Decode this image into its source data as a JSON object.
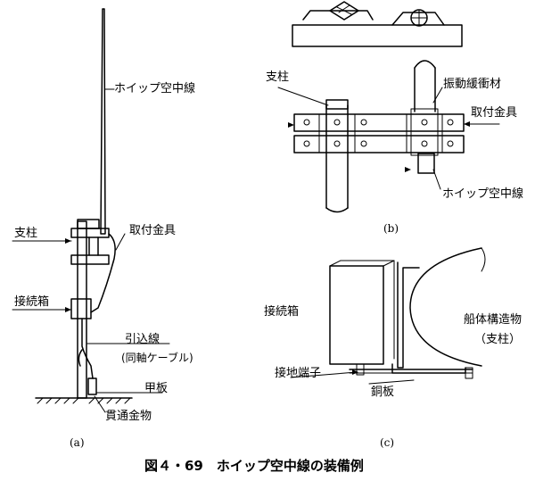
{
  "caption": "図４・69　ホイップ空中線の装備例",
  "panel_a": {
    "subcaption": "(a)",
    "labels": {
      "antenna": "ホイップ空中線",
      "pole": "支柱",
      "bracket": "取付金具",
      "junction_box": "接続箱",
      "lead_in": "引込線",
      "coax": "(同軸ケーブル)",
      "deck": "甲板",
      "through_fitting": "貫通金物"
    }
  },
  "panel_b": {
    "subcaption": "(b)",
    "labels": {
      "pole": "支柱",
      "damper": "振動緩衝材",
      "bracket": "取付金具",
      "antenna": "ホイップ空中線"
    }
  },
  "panel_c": {
    "subcaption": "(c)",
    "labels": {
      "junction_box": "接続箱",
      "hull": "船体構造物",
      "hull_sub": "（支柱）",
      "ground_terminal": "接地端子",
      "copper_plate": "銅板"
    }
  }
}
